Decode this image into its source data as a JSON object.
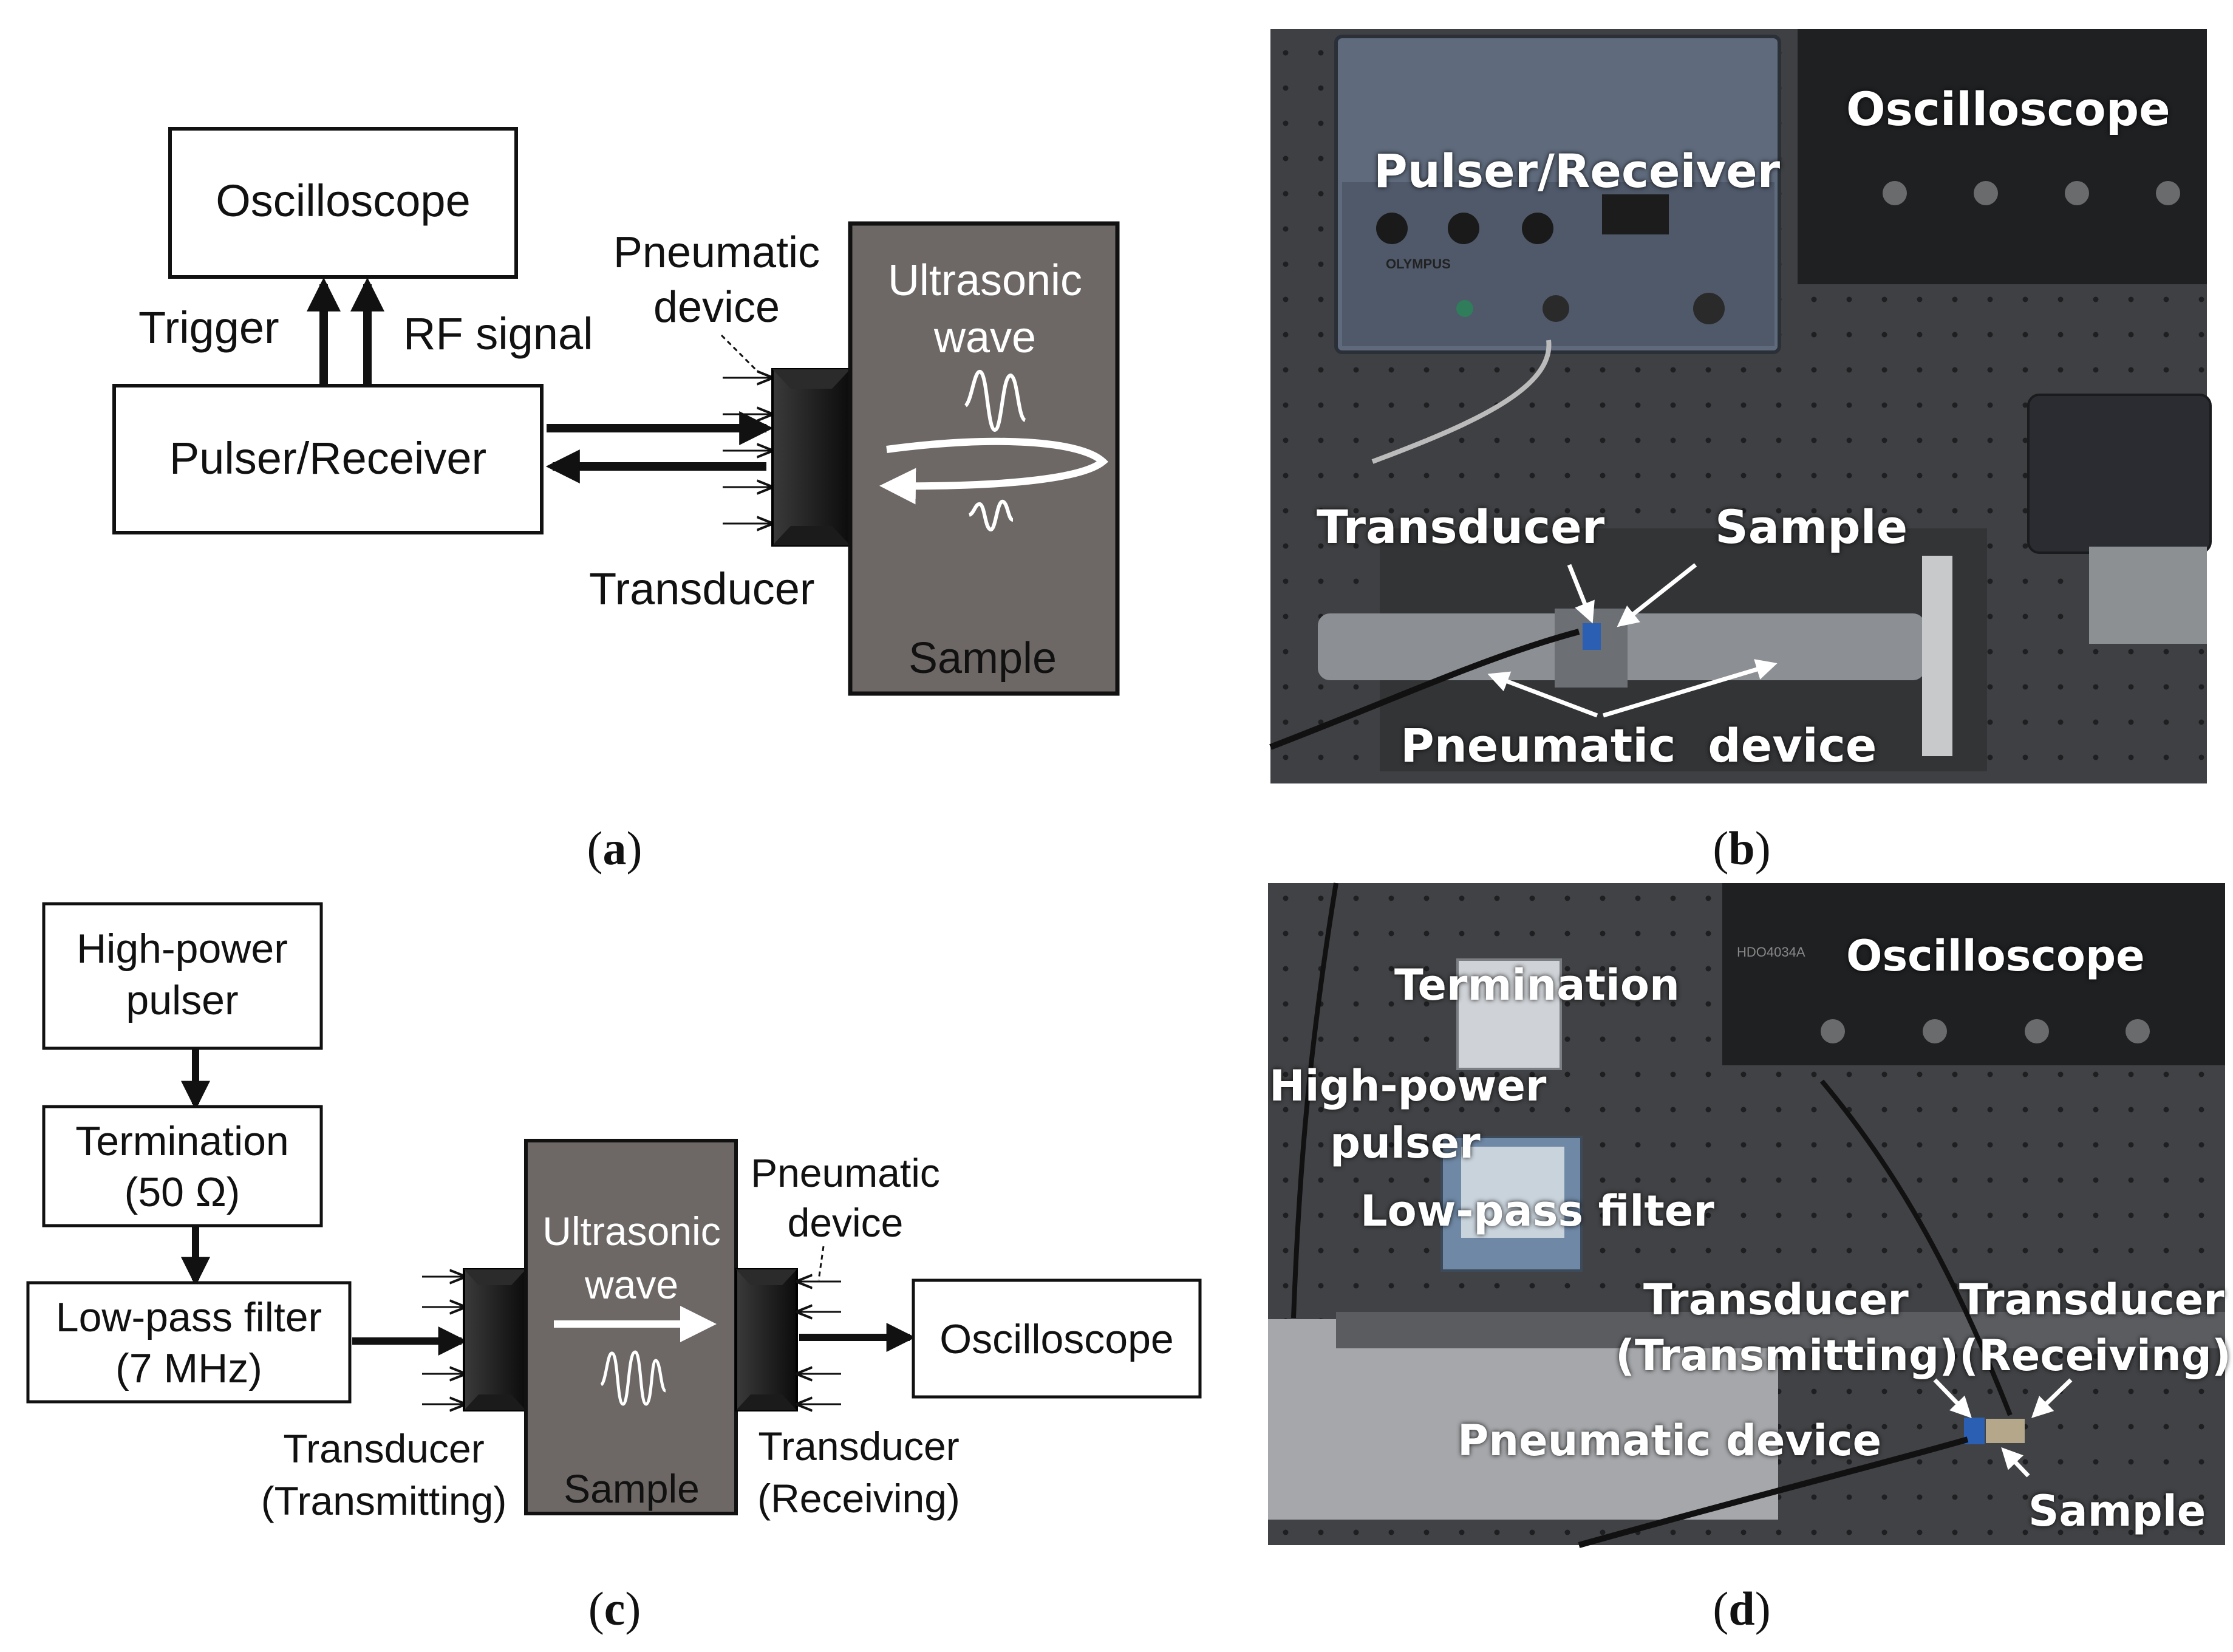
{
  "panel_a": {
    "oscilloscope": "Oscilloscope",
    "trigger": "Trigger",
    "rf_signal": "RF signal",
    "pulser_receiver": "Pulser/Receiver",
    "pneumatic_device_line1": "Pneumatic",
    "pneumatic_device_line2": "device",
    "ultrasonic_line1": "Ultrasonic",
    "ultrasonic_line2": "wave",
    "transducer": "Transducer",
    "sample": "Sample"
  },
  "panel_b": {
    "oscilloscope": "Oscilloscope",
    "pulser_receiver": "Pulser/Receiver",
    "transducer": "Transducer",
    "sample": "Sample",
    "pneumatic_device": "Pneumatic  device",
    "brand": "OLYMPUS"
  },
  "panel_c": {
    "high_power_line1": "High-power",
    "high_power_line2": "pulser",
    "termination_line1": "Termination",
    "termination_line2": "(50 Ω)",
    "lowpass_line1": "Low-pass filter",
    "lowpass_line2": "(7 MHz)",
    "ultrasonic_line1": "Ultrasonic",
    "ultrasonic_line2": "wave",
    "sample": "Sample",
    "pneumatic_line1": "Pneumatic",
    "pneumatic_line2": "device",
    "oscilloscope": "Oscilloscope",
    "tx_line1": "Transducer",
    "tx_line2": "(Transmitting)",
    "rx_line1": "Transducer",
    "rx_line2": "(Receiving)"
  },
  "panel_d": {
    "termination": "Termination",
    "oscilloscope": "Oscilloscope",
    "high_power_line1": "High-power",
    "high_power_line2": "pulser",
    "lowpass": "Low-pass filter",
    "tx_line1": "Transducer",
    "tx_line2": "(Transmitting)",
    "rx_line1": "Transducer",
    "rx_line2": "(Receiving)",
    "pneumatic_device": "Pneumatic device",
    "sample": "Sample",
    "model": "HDO4034A"
  },
  "captions": {
    "a": "a",
    "b": "b",
    "c": "c",
    "d": "d"
  },
  "colors": {
    "sample_fill": "#6d6865",
    "photo_dark": "#3e3f41",
    "transducer": "#151515"
  }
}
